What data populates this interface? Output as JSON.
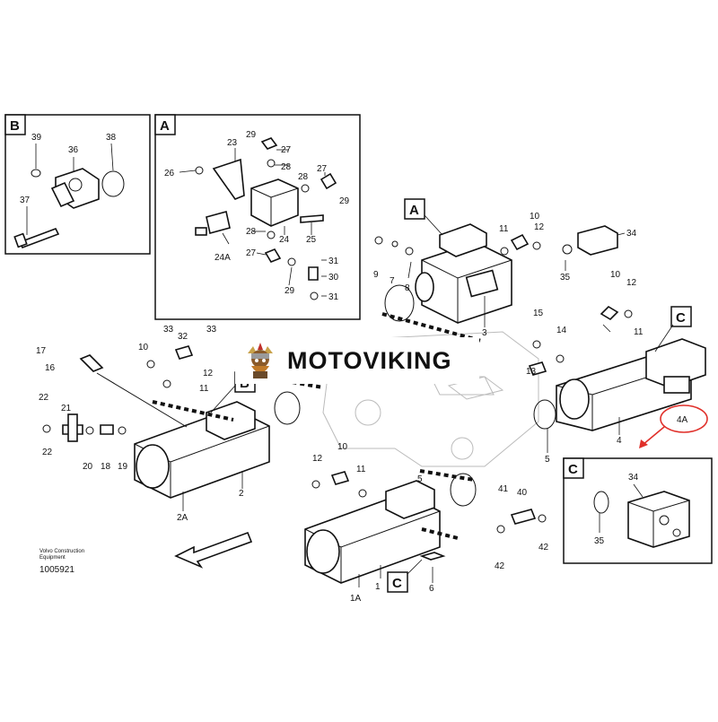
{
  "watermark": {
    "text": "MOTOVIKING"
  },
  "maker": {
    "line1": "Volvo Construction",
    "line2": "Equipment"
  },
  "doc_number": "1005921",
  "highlight_color": "#e0302a",
  "inset_B": {
    "letter": "B",
    "labels": [
      "39",
      "36",
      "38",
      "37"
    ]
  },
  "inset_A": {
    "letter": "A",
    "labels": [
      "29",
      "23",
      "27",
      "28",
      "26",
      "28",
      "27",
      "29",
      "24A",
      "28",
      "24",
      "25",
      "27",
      "31",
      "30",
      "29",
      "31"
    ]
  },
  "inset_C": {
    "letter": "C",
    "labels": [
      "34",
      "35"
    ]
  },
  "callouts": {
    "A": "A",
    "B": "B",
    "C1": "C",
    "C2": "C"
  },
  "labels": {
    "l9": "9",
    "l7": "7",
    "l8": "8",
    "l11a": "11",
    "l10a": "10",
    "l12a": "12",
    "l34": "34",
    "l35": "35",
    "l3": "3",
    "l10b": "10",
    "l12b": "12",
    "l11b": "11",
    "l15": "15",
    "l14": "14",
    "l13": "13",
    "l4": "4",
    "l4A": "4A",
    "l5a": "5",
    "l33a": "33",
    "l32": "32",
    "l33b": "33",
    "l17": "17",
    "l10c": "10",
    "l16": "16",
    "l12c": "12",
    "l11c": "11",
    "l22a": "22",
    "l21": "21",
    "l22b": "22",
    "l20": "20",
    "l18": "18",
    "l19": "19",
    "l2A": "2A",
    "l2": "2",
    "l10d": "10",
    "l12d": "12",
    "l11d": "11",
    "l5b": "5",
    "l41": "41",
    "l40": "40",
    "l42a": "42",
    "l42b": "42",
    "l1A": "1A",
    "l1": "1",
    "l6": "6"
  }
}
